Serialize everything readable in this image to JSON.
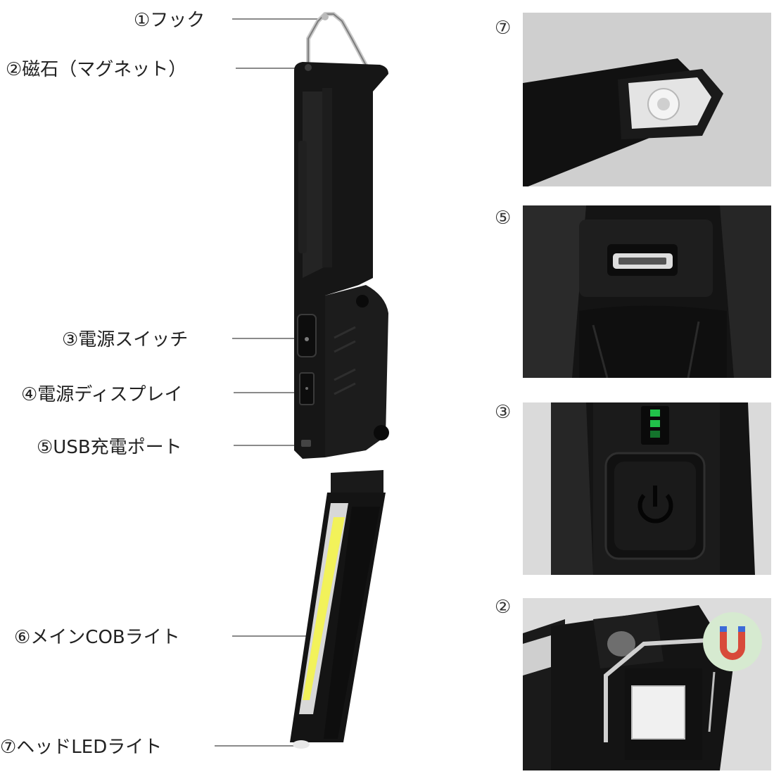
{
  "callouts": {
    "hook": "①フック",
    "magnet": "②磁石（マグネット）",
    "power_switch": "③電源スイッチ",
    "power_display": "④電源ディスプレイ",
    "usb_port": "⑤USB充電ポート",
    "main_cob": "⑥メインCOBライト",
    "head_led": "⑦ヘッドLEDライト"
  },
  "thumbnails": [
    {
      "number": "⑦"
    },
    {
      "number": "⑤"
    },
    {
      "number": "③"
    },
    {
      "number": "②"
    }
  ],
  "colors": {
    "body": "#161616",
    "cob_yellow": "#f2f25a",
    "indicator_green": "#21c24a",
    "magnet_red": "#d84a3a"
  }
}
